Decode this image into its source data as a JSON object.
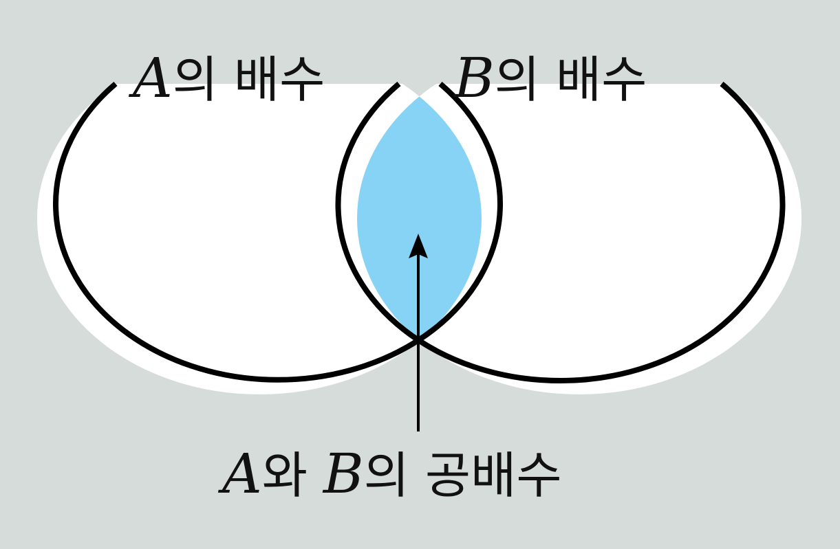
{
  "diagram": {
    "set_a": {
      "var": "A",
      "label": "의 배수"
    },
    "set_b": {
      "var": "B",
      "label": "의 배수"
    },
    "intersection": {
      "var_a": "A",
      "joiner": "와 ",
      "var_b": "B",
      "label": "의 공배수"
    },
    "colors": {
      "background": "#d6dcd9",
      "circle_fill": "#ffffff",
      "intersection_fill": "#87d3f5",
      "stroke": "#000000"
    }
  }
}
